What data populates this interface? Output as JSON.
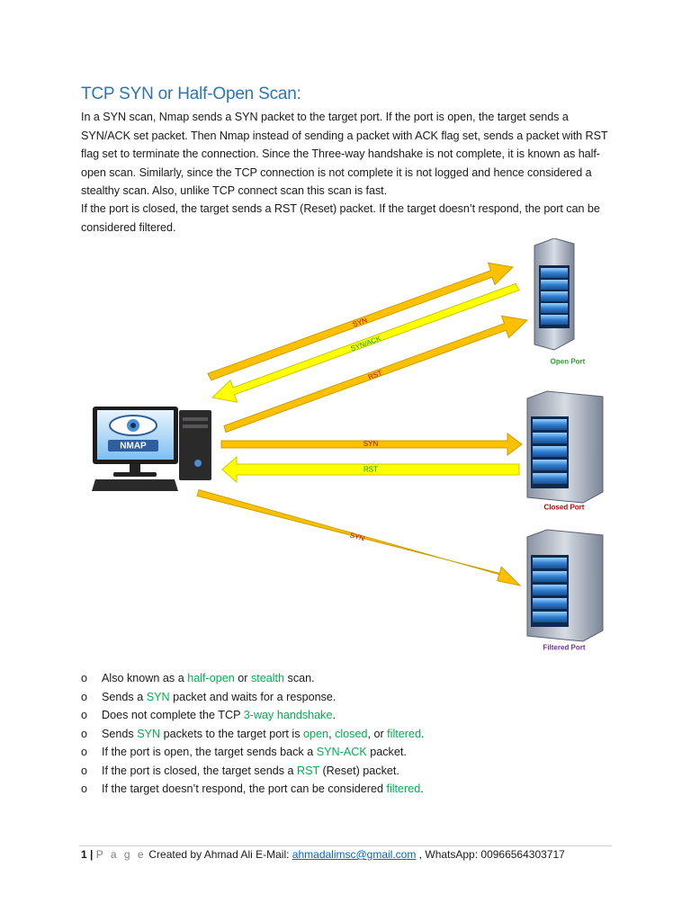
{
  "title": "TCP SYN or Half-Open Scan:",
  "paragraphs": [
    "In a SYN scan, Nmap sends a SYN packet to the target port. If the port is open, the target sends a SYN/ACK set packet. Then Nmap instead of sending a packet with ACK flag set, sends a packet with RST flag set to terminate the connection. Since the Three-way handshake is not complete, it is known as half-open scan. Similarly, since the TCP connection is not complete it is not logged and hence considered a stealthy scan. Also, unlike TCP connect scan this scan is fast.",
    "If the port is closed, the target sends a RST (Reset) packet. If the target doesn’t respond, the port can be considered filtered."
  ],
  "diagram": {
    "nmap_logo": "NMAP",
    "open_port": {
      "label": "Open Port",
      "label_color": "#2e9a2e",
      "arrows": [
        {
          "label": "SYN",
          "direction": "to-server",
          "color": "#ffc000",
          "text_color": "#c00000"
        },
        {
          "label": "SYN/ACK",
          "direction": "to-client",
          "color": "#ffff00",
          "text_color": "#00a050"
        },
        {
          "label": "RST",
          "direction": "to-server",
          "color": "#ffc000",
          "text_color": "#c00000"
        }
      ]
    },
    "closed_port": {
      "label": "Closed Port",
      "label_color": "#c00000",
      "arrows": [
        {
          "label": "SYN",
          "direction": "to-server",
          "color": "#ffc000",
          "text_color": "#c00000"
        },
        {
          "label": "RST",
          "direction": "to-client",
          "color": "#ffff00",
          "text_color": "#00a050"
        }
      ]
    },
    "filtered_port": {
      "label": "Filtered Port",
      "label_color": "#7030a0",
      "arrows": [
        {
          "label": "SYN",
          "direction": "to-server",
          "color": "#ffc000",
          "text_color": "#c00000"
        }
      ]
    }
  },
  "bullet_marker": "o",
  "bullets": [
    [
      {
        "t": "Also known as a "
      },
      {
        "t": "half-open",
        "hl": true
      },
      {
        "t": " or "
      },
      {
        "t": "stealth",
        "hl": true
      },
      {
        "t": " scan."
      }
    ],
    [
      {
        "t": "Sends a "
      },
      {
        "t": "SYN",
        "hl": true
      },
      {
        "t": " packet and waits for a response."
      }
    ],
    [
      {
        "t": "Does not complete the TCP "
      },
      {
        "t": "3-way handshake",
        "hl": true
      },
      {
        "t": "."
      }
    ],
    [
      {
        "t": "Sends "
      },
      {
        "t": "SYN",
        "hl": true
      },
      {
        "t": " packets to the target port is "
      },
      {
        "t": "open",
        "hl": true
      },
      {
        "t": ", "
      },
      {
        "t": "closed",
        "hl": true
      },
      {
        "t": ", or "
      },
      {
        "t": "filtered",
        "hl": true
      },
      {
        "t": "."
      }
    ],
    [
      {
        "t": "If the port is open, the target sends back a "
      },
      {
        "t": "SYN-ACK",
        "hl": true
      },
      {
        "t": " packet."
      }
    ],
    [
      {
        "t": "If the port is closed, the target sends a "
      },
      {
        "t": "RST",
        "hl": true
      },
      {
        "t": " (Reset) packet."
      }
    ],
    [
      {
        "t": "If the target doesn’t respond, the port can be considered "
      },
      {
        "t": "filtered",
        "hl": true
      },
      {
        "t": "."
      }
    ]
  ],
  "footer": {
    "page_number": "1",
    "separator": "|",
    "page_word": "P a g e",
    "credit": "Created by Ahmad Ali E-Mail: ",
    "email": "ahmadalimsc@gmail.com",
    "whatsapp": " , WhatsApp: 00966564303717"
  }
}
